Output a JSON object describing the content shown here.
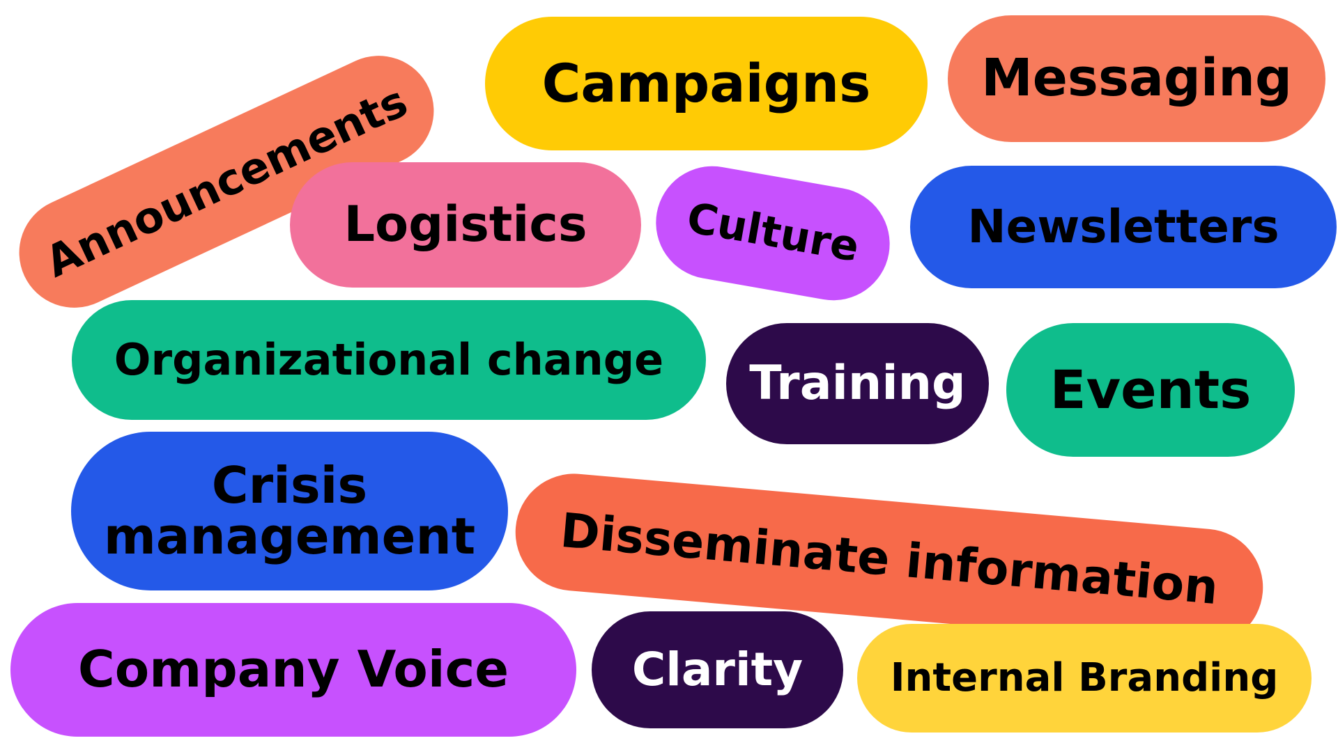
{
  "tags": [
    {
      "key": "announcements",
      "label": "Announcements",
      "color": "#F77B5C"
    },
    {
      "key": "campaigns",
      "label": "Campaigns",
      "color": "#FFCB05"
    },
    {
      "key": "messaging",
      "label": "Messaging",
      "color": "#F77B5C"
    },
    {
      "key": "logistics",
      "label": "Logistics",
      "color": "#F2719B"
    },
    {
      "key": "culture",
      "label": "Culture",
      "color": "#C751FE"
    },
    {
      "key": "newsletters",
      "label": "Newsletters",
      "color": "#2459E8"
    },
    {
      "key": "organizational_change",
      "label": "Organizational change",
      "color": "#0FBD8C"
    },
    {
      "key": "training",
      "label": "Training",
      "color": "#2D0A4A"
    },
    {
      "key": "events",
      "label": "Events",
      "color": "#0FBD8C"
    },
    {
      "key": "crisis_management",
      "label": "Crisis management",
      "color": "#2459E8"
    },
    {
      "key": "disseminate_information",
      "label": "Disseminate information",
      "color": "#F76A4A"
    },
    {
      "key": "company_voice",
      "label": "Company Voice",
      "color": "#C751FE"
    },
    {
      "key": "clarity",
      "label": "Clarity",
      "color": "#2D0A4A"
    },
    {
      "key": "internal_branding",
      "label": "Internal Branding",
      "color": "#FFD43B"
    }
  ]
}
